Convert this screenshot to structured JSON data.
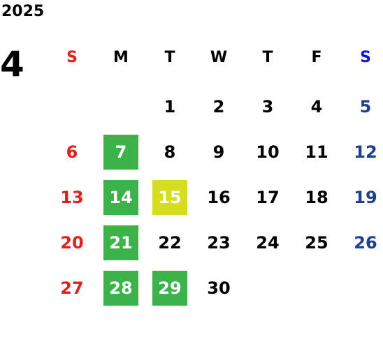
{
  "calendar": {
    "year": "2025",
    "month": "4",
    "weekdays": [
      "S",
      "M",
      "T",
      "W",
      "T",
      "F",
      "S"
    ],
    "weeks": [
      [
        "",
        "",
        "1",
        "2",
        "3",
        "4",
        "5"
      ],
      [
        "6",
        "7",
        "8",
        "9",
        "10",
        "11",
        "12"
      ],
      [
        "13",
        "14",
        "15",
        "16",
        "17",
        "18",
        "19"
      ],
      [
        "20",
        "21",
        "22",
        "23",
        "24",
        "25",
        "26"
      ],
      [
        "27",
        "28",
        "29",
        "30",
        "",
        "",
        ""
      ]
    ],
    "highlights": {
      "green": [
        "7",
        "14",
        "21",
        "28",
        "29"
      ],
      "yellow": [
        "15"
      ]
    },
    "colors": {
      "sunday": "#e02020",
      "saturday": "#1f3f8f",
      "saturday_header": "#1010e0",
      "green_highlight": "#3bb34a",
      "yellow_highlight": "#d6dd1f"
    }
  }
}
